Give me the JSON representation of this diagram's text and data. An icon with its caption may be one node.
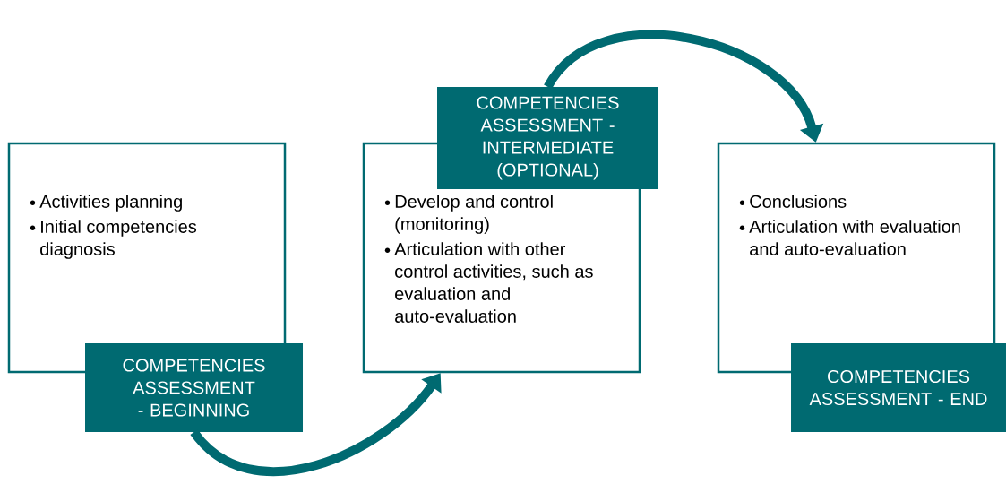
{
  "diagram": {
    "nodes": [
      {
        "text": [
          "Activities planning",
          "Initial competencies diagnosis"
        ]
      },
      {
        "text": [
          "COMPETENCIES ASSESSMENT - BEGINNING"
        ]
      },
      {
        "text": [
          "Develop and control (monitoring)",
          "Articulation with other control activities, such as evaluation and auto-evaluation"
        ]
      },
      {
        "text": [
          "COMPETENCIES ASSESSMENT - INTERMEDIATE (OPTIONAL)"
        ]
      },
      {
        "text": [
          "Conclusions",
          "Articulation with evaluation and auto-evaluation"
        ]
      },
      {
        "text": [
          "COMPETENCIES ASSESSMENT - END"
        ]
      }
    ],
    "edges": [
      {
        "from": 1,
        "to": 2,
        "arrow": "to"
      },
      {
        "from": 3,
        "to": 4,
        "arrow": "to"
      }
    ]
  }
}
